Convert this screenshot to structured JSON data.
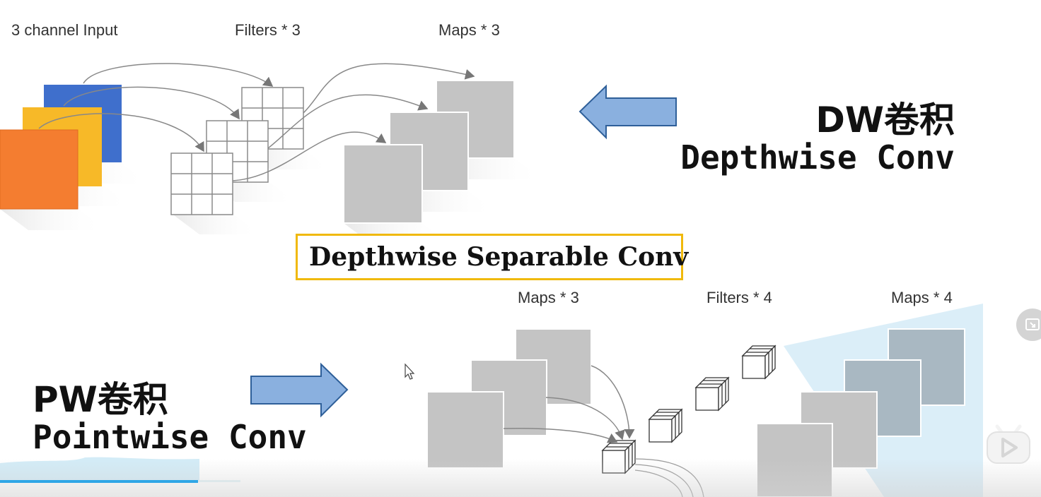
{
  "top": {
    "input_label": "3 channel Input",
    "filters_label": "Filters * 3",
    "maps_label": "Maps * 3",
    "dw_title": "DW卷积",
    "dw_subtitle": "Depthwise Conv"
  },
  "center": {
    "title": "Depthwise Separable Conv"
  },
  "bottom": {
    "maps_label": "Maps * 3",
    "filters_label": "Filters * 4",
    "maps_out_label": "Maps * 4",
    "pw_title": "PW卷积",
    "pw_subtitle": "Pointwise Conv"
  },
  "colors": {
    "channel_blue": "#3f6fcc",
    "channel_yellow": "#f7b928",
    "channel_orange": "#f47d30",
    "map_gray": "#c4c4c4",
    "map_blue": "#a9b8c2",
    "arrow_blue": "#8ab0df",
    "box_border": "#f0b90b",
    "progress": "#2fa6e6"
  },
  "player": {
    "progress_fraction": 0.19,
    "side_icon": "exit-fullscreen-icon",
    "play_icon": "play-icon"
  }
}
